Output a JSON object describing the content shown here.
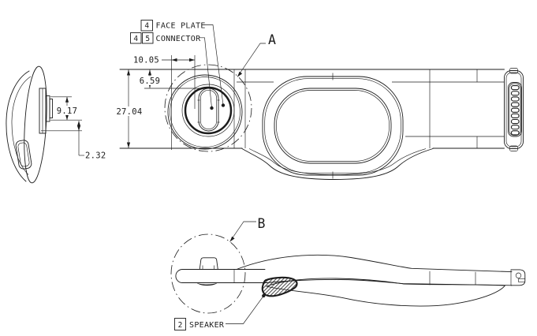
{
  "meta": {
    "background": "#ffffff",
    "line_color": "#1c1c1c",
    "drawing_type": "headset engineering drawing, three views"
  },
  "views": {
    "side_view": {
      "dim_connector_height": "9.17",
      "dim_offset": "2.32"
    },
    "top_view": {
      "dim_width": "10.05",
      "dim_top_offset": "6.59",
      "dim_height": "27.04",
      "detail_label": "A",
      "callout_face_plate": {
        "ref": "4",
        "label": "FACE PLATE"
      },
      "callout_connector": {
        "refs": [
          "4",
          "5"
        ],
        "label": "CONNECTOR"
      }
    },
    "bottom_view": {
      "detail_label": "B",
      "callout_speaker": {
        "ref": "2",
        "label": "SPEAKER"
      }
    }
  }
}
